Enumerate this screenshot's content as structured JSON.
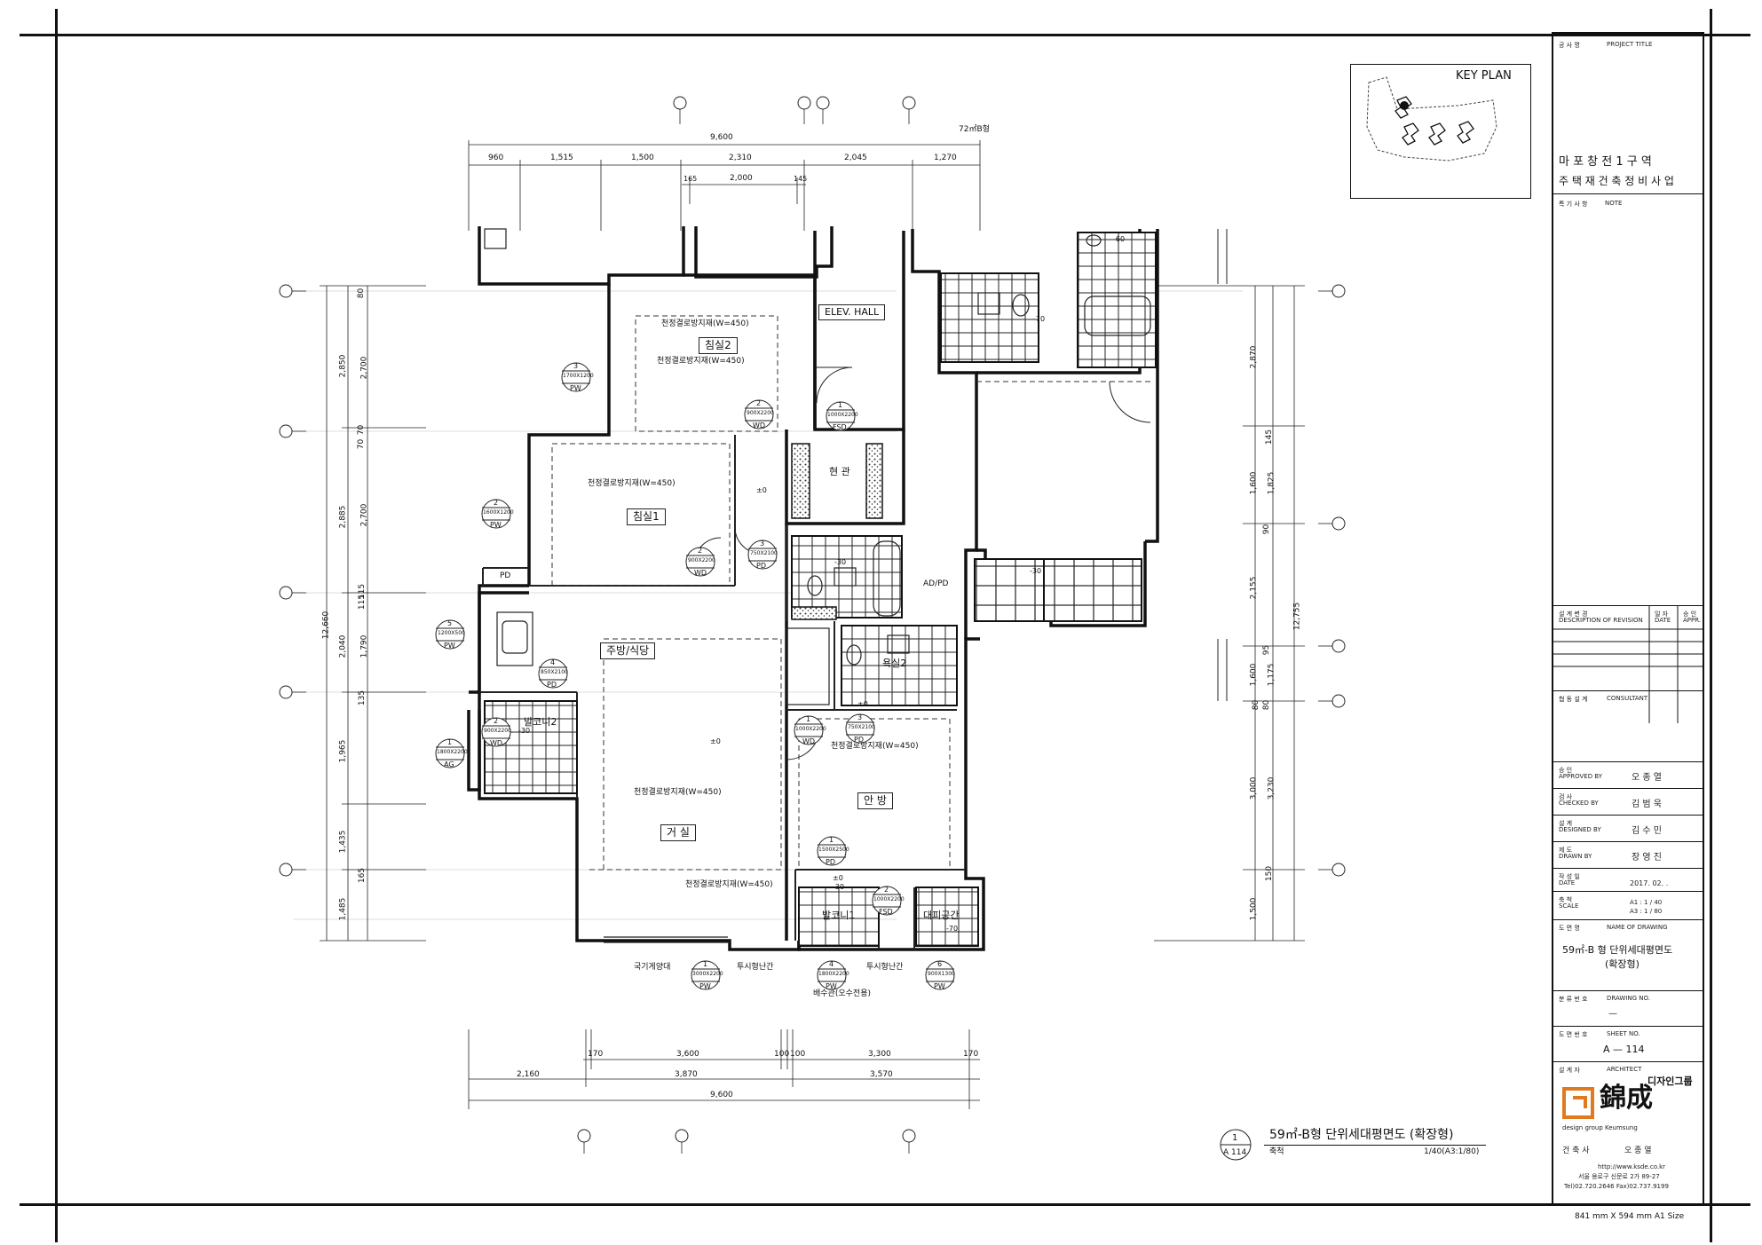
{
  "titleblock": {
    "project_label_ko": "공 사 명",
    "project_label_en": "PROJECT TITLE",
    "project_name_line1": "마 포 창 전  1 구 역",
    "project_name_line2": "주 택 재 건 축 정 비 사 업",
    "note_label_ko": "특 기 사 항",
    "note_label_en": "NOTE",
    "revision_label_ko": "설 계 변 경",
    "revision_label_en": "DESCRIPTION OF REVISION",
    "date_label_ko": "일 자",
    "date_label_en": "DATE",
    "appr_label_ko": "승 인",
    "appr_label_en": "APPR.",
    "consultant_label_ko": "협 동 설 계",
    "consultant_label_en": "CONSULTANT",
    "approved_ko": "승      인",
    "approved_en": "APPROVED BY",
    "approved_name": "오 종 열",
    "checked_ko": "검      사",
    "checked_en": "CHECKED BY",
    "checked_name": "김 범 욱",
    "designed_ko": "설      계",
    "designed_en": "DESIGNED BY",
    "designed_name": "김 수 민",
    "drawn_ko": "제      도",
    "drawn_en": "DRAWN  BY",
    "drawn_name": "장 영 진",
    "date_ko": "작 성 일",
    "date_en": "DATE",
    "date_value": "2017. 02.   .",
    "scale_ko": "축      척",
    "scale_en": "SCALE",
    "scale_a1": "A1   : 1 / 40",
    "scale_a3": "A3   : 1 / 80",
    "drawing_name_ko": "도 면 명",
    "drawing_name_en": "NAME OF DRAWING",
    "drawing_name_line1": "59㎡-B 형 단위세대평면도",
    "drawing_name_line2": "(확장형)",
    "drawing_no_ko": "분 류 번 호",
    "drawing_no_en": "DRAWING  NO.",
    "drawing_no_value": "—",
    "sheet_ko": "도 면 번 호",
    "sheet_en": "SHEET  NO.",
    "sheet_value": "A  — 114",
    "architect_ko": "설 계 자",
    "architect_en": "ARCHITECT",
    "firm_group": "디자인그룹",
    "firm_hanja": "錦成",
    "firm_en": "design group     Keumsung",
    "firm_ceo_label": "건 축 사",
    "firm_ceo_name": "오 종 열",
    "firm_url": "http://www.ksde.co.kr",
    "firm_address": "서울 용로구 신문로 2가 89-27",
    "firm_tel": "Tel)02.720.2646      Fax)02.737.9199",
    "paper_size": "841 mm X 594 mm   A1 Size"
  },
  "keyplan": {
    "title": "KEY PLAN"
  },
  "drawing_title": {
    "num": "1",
    "ref": "A  114",
    "title": "59㎡-B형 단위세대평면도 (확장형)",
    "scale_label": "축척",
    "scale_value": "1/40(A3:1/80)"
  },
  "rooms": {
    "bedroom2": "침실2",
    "bedroom1": "침실1",
    "kitchen": "주방/식당",
    "living": "거 실",
    "master": "안 방",
    "elev_hall": "ELEV. HALL",
    "entrance": "현 관",
    "bath2": "욕실2",
    "balcony2": "발코니2",
    "balcony1": "발코니1",
    "balcony3": "대피공간",
    "ad_pd": "AD/PD",
    "pd": "PD"
  },
  "ceiling_notes": {
    "a": "천정결로방지재(W=450)",
    "b": "천정결로방지재(W=450)",
    "c": "천정결로방지재(W=450)",
    "d": "천정결로방지재(W=450)",
    "e": "천정결로방지재(W=450)",
    "f": "천정결로방지재(W=450)"
  },
  "annotations": {
    "rail1": "국기게양대",
    "rail2": "투시형난간",
    "rail3": "투시형난간",
    "drain": "배수관(오수전용)",
    "type_tag": "72㎡B형"
  },
  "dims_top": {
    "overall": "9,600",
    "segments": [
      "960",
      "1,515",
      "1,500",
      "2,310",
      "2,045",
      "1,270"
    ],
    "sub": [
      "165",
      "2,000",
      "145"
    ]
  },
  "dims_bottom": {
    "row1": [
      "170",
      "3,600",
      "100",
      "100",
      "3,300",
      "170"
    ],
    "row2": [
      "2,160",
      "3,870",
      "3,570"
    ],
    "overall": "9,600"
  },
  "dims_left": {
    "overall": "12,660",
    "outer": [
      "2,850",
      "2,885",
      "2,040",
      "1,965",
      "1,435",
      "1,485"
    ],
    "inner": [
      "80",
      "2,700",
      "70",
      "70",
      "2,700",
      "115",
      "115",
      "1,790",
      "135",
      "165"
    ]
  },
  "dims_right": {
    "overall": "12,755",
    "outer": [
      "2,870",
      "1,600",
      "2,155",
      "1,600",
      "3,000",
      "1,500"
    ],
    "inner": [
      "145",
      "1,825",
      "90",
      "95",
      "1,175",
      "80",
      "80",
      "3,230",
      "150"
    ]
  },
  "window_tags": [
    {
      "n": "3",
      "size": "1700X1200",
      "code": "PW"
    },
    {
      "n": "2",
      "size": "1600X1200",
      "code": "PW"
    },
    {
      "n": "5",
      "size": "1200X500",
      "code": "PW"
    },
    {
      "n": "1",
      "size": "1800X2200",
      "code": "AG"
    },
    {
      "n": "2",
      "size": "900X2200",
      "code": "WD"
    },
    {
      "n": "2",
      "size": "900X2200",
      "code": "WD"
    },
    {
      "n": "3",
      "size": "750X2100",
      "code": "PD"
    },
    {
      "n": "4",
      "size": "850X2100",
      "code": "PD"
    },
    {
      "n": "1",
      "size": "1000X2200",
      "code": "FSD"
    },
    {
      "n": "1",
      "size": "1000X2200",
      "code": "WD"
    },
    {
      "n": "3",
      "size": "750X2100",
      "code": "PD"
    },
    {
      "n": "1",
      "size": "1500X2500",
      "code": "PD"
    },
    {
      "n": "1",
      "size": "3000X2200",
      "code": "PW"
    },
    {
      "n": "4",
      "size": "1800X2200",
      "code": "PW"
    },
    {
      "n": "6",
      "size": "900X1300",
      "code": "PW"
    },
    {
      "n": "2",
      "size": "900X2200",
      "code": "WD"
    },
    {
      "n": "2",
      "size": "1000X2200",
      "code": "FSD"
    }
  ],
  "levels": [
    "±0",
    "±0",
    "-30",
    "±0",
    "-30",
    "-30",
    "±0",
    "-60",
    "-70",
    "-30",
    "-70"
  ]
}
